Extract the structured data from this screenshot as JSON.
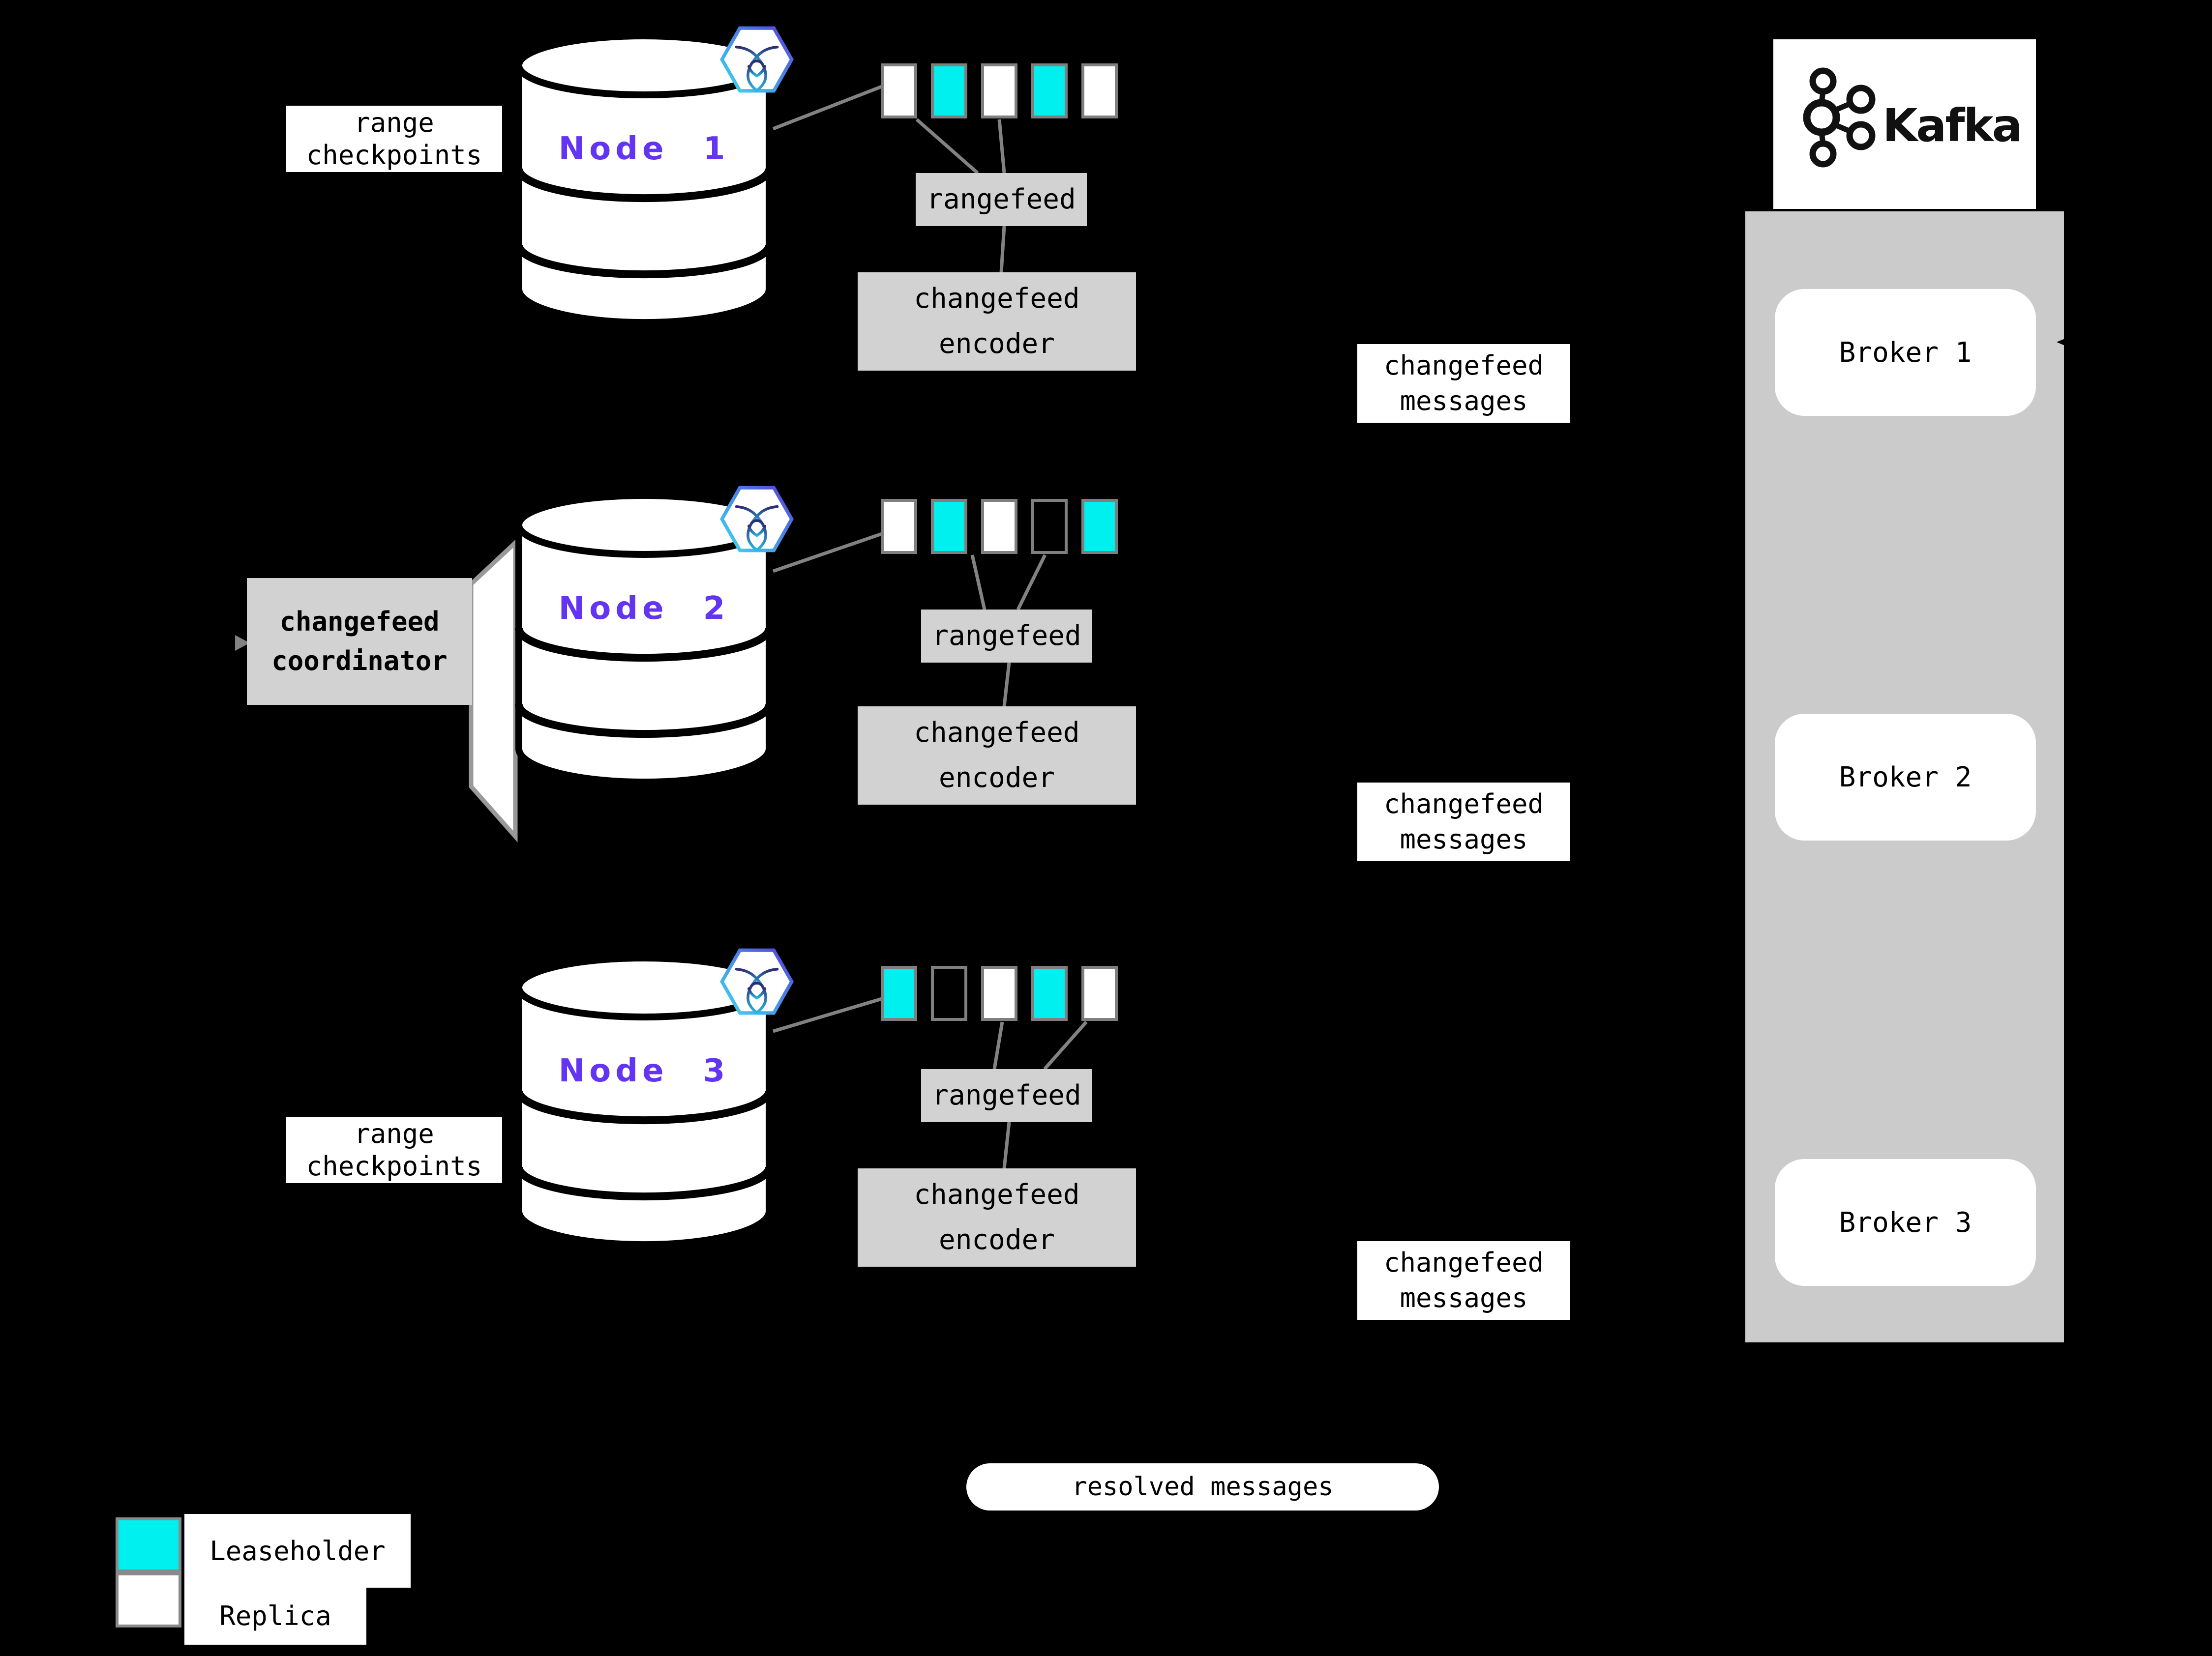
{
  "colors": {
    "background": "#000000",
    "leaseholder_fill": "#00f0f0",
    "replica_fill": "#ffffff",
    "range_border_gray": "#7f7f7f",
    "process_box_gray": "#d2d2d2",
    "kafka_panel_gray": "#cbcbcb",
    "node_label_purple": "#6334f1",
    "connector_gray": "#828282",
    "hex_badge_gradient": [
      "#3ddcf0",
      "#5640d9"
    ],
    "roach_gradient": [
      "#2e2b72",
      "#28b6e3"
    ]
  },
  "labels": {
    "range_checkpoints": "range checkpoints",
    "changefeed_coordinator": "changefeed coordinator",
    "rangefeed": "rangefeed",
    "changefeed_encoder": "changefeed encoder",
    "changefeed_messages": "changefeed messages",
    "resolved_messages": "resolved messages"
  },
  "nodes": [
    {
      "label": "Node 1",
      "ranges": [
        "replica",
        "leaseholder",
        "replica",
        "leaseholder",
        "replica"
      ]
    },
    {
      "label": "Node 2",
      "ranges": [
        "replica",
        "leaseholder",
        "replica",
        "empty",
        "leaseholder"
      ]
    },
    {
      "label": "Node 3",
      "ranges": [
        "leaseholder",
        "empty",
        "replica",
        "leaseholder",
        "replica"
      ]
    }
  ],
  "kafka": {
    "title": "Kafka",
    "brokers": [
      {
        "label": "Broker 1"
      },
      {
        "label": "Broker 2"
      },
      {
        "label": "Broker 3"
      }
    ]
  },
  "legend": {
    "leaseholder_label": "Leaseholder",
    "replica_label": "Replica"
  },
  "icons": {
    "node_badge": "cockroachdb-icon",
    "kafka_logo": "kafka-logo-icon",
    "broker1_arrow": "arrowhead-left-icon",
    "coordinator_arrow": "arrowhead-right-icon"
  }
}
